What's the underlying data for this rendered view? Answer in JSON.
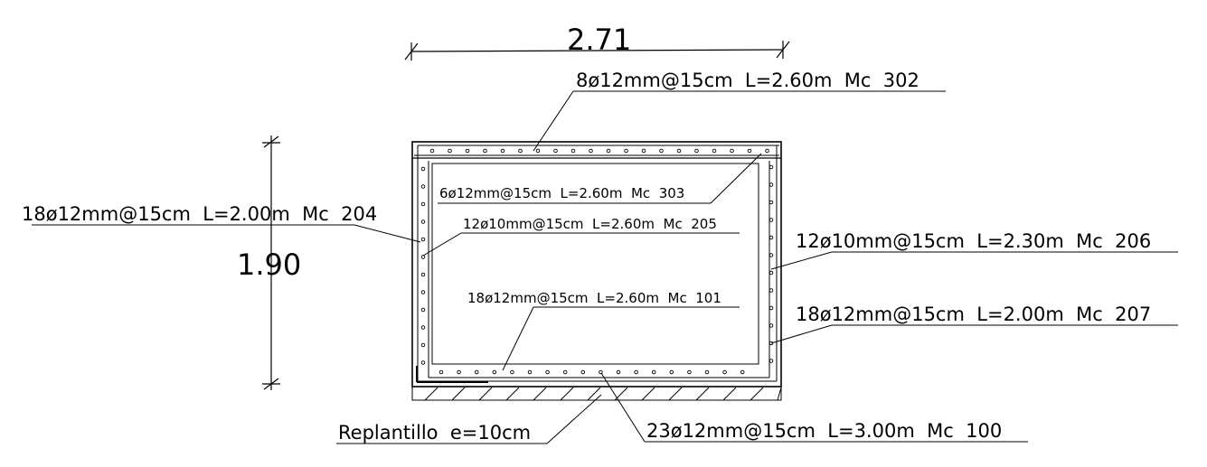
{
  "dimensions": {
    "width_label": "2.71",
    "height_label": "1.90"
  },
  "labels": {
    "mc302": "8ø12mm@15cm  L=2.60m  Mc  302",
    "mc303": "6ø12mm@15cm  L=2.60m  Mc  303",
    "mc204": "18ø12mm@15cm  L=2.00m  Mc  204",
    "mc205": "12ø10mm@15cm  L=2.60m  Mc  205",
    "mc206": "12ø10mm@15cm  L=2.30m  Mc  206",
    "mc101": "18ø12mm@15cm  L=2.60m  Mc  101",
    "mc207": "18ø12mm@15cm  L=2.00m  Mc  207",
    "mc100": "23ø12mm@15cm  L=3.00m  Mc  100",
    "replantillo": "Replantillo  e=10cm"
  },
  "colors": {
    "line": "#000000",
    "background": "#ffffff"
  }
}
